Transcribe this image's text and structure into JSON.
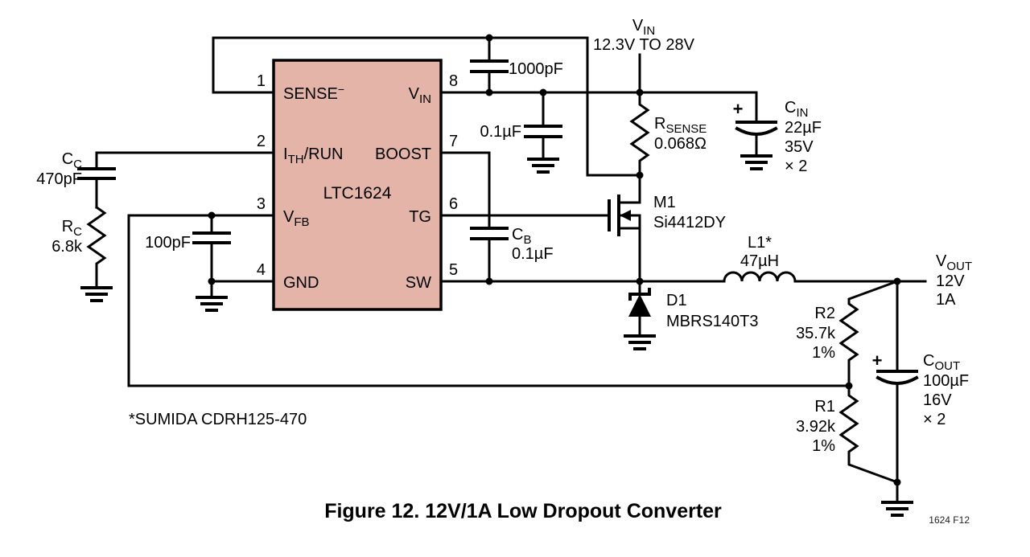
{
  "ic": {
    "name": "LTC1624",
    "pins": {
      "p1": {
        "num": "1",
        "name": "SENSE",
        "sup": "−"
      },
      "p2": {
        "num": "2",
        "pre": "I",
        "sub": "TH",
        "post": "/RUN"
      },
      "p3": {
        "num": "3",
        "pre": "V",
        "sub": "FB"
      },
      "p4": {
        "num": "4",
        "name": "GND"
      },
      "p5": {
        "num": "5",
        "name": "SW"
      },
      "p6": {
        "num": "6",
        "name": "TG"
      },
      "p7": {
        "num": "7",
        "name": "BOOST"
      },
      "p8": {
        "num": "8",
        "pre": "V",
        "sub": "IN"
      }
    }
  },
  "components": {
    "c_filter": {
      "value": "1000pF"
    },
    "c_vin": {
      "value": "0.1µF"
    },
    "vin": {
      "pre": "V",
      "sub": "IN",
      "range": "12.3V TO 28V"
    },
    "rsense": {
      "pre": "R",
      "sub": "SENSE",
      "value": "0.068Ω"
    },
    "cin": {
      "plus": "+",
      "pre": "C",
      "sub": "IN",
      "value": "22µF",
      "voltage": "35V",
      "qty": "× 2"
    },
    "m1": {
      "ref": "M1",
      "part": "Si4412DY"
    },
    "cb": {
      "pre": "C",
      "sub": "B",
      "value": "0.1µF"
    },
    "l1": {
      "ref": "L1*",
      "value": "47µH"
    },
    "vout": {
      "pre": "V",
      "sub": "OUT",
      "voltage": "12V",
      "current": "1A"
    },
    "d1": {
      "ref": "D1",
      "part": "MBRS140T3"
    },
    "r2": {
      "ref": "R2",
      "value": "35.7k",
      "tol": "1%"
    },
    "r1": {
      "ref": "R1",
      "value": "3.92k",
      "tol": "1%"
    },
    "cout": {
      "plus": "+",
      "pre": "C",
      "sub": "OUT",
      "value": "100µF",
      "voltage": "16V",
      "qty": "× 2"
    },
    "cc": {
      "pre": "C",
      "sub": "C",
      "value": "470pF"
    },
    "rc": {
      "pre": "R",
      "sub": "C",
      "value": "6.8k"
    },
    "c100": {
      "value": "100pF"
    }
  },
  "notes": {
    "inductor_note": "*SUMIDA CDRH125-470"
  },
  "caption": "Figure 12. 12V/1A Low Dropout Converter",
  "fig_ref": "1624 F12",
  "colors": {
    "ic_fill": "#e5b4a8",
    "wire": "#000000",
    "background": "#ffffff"
  }
}
